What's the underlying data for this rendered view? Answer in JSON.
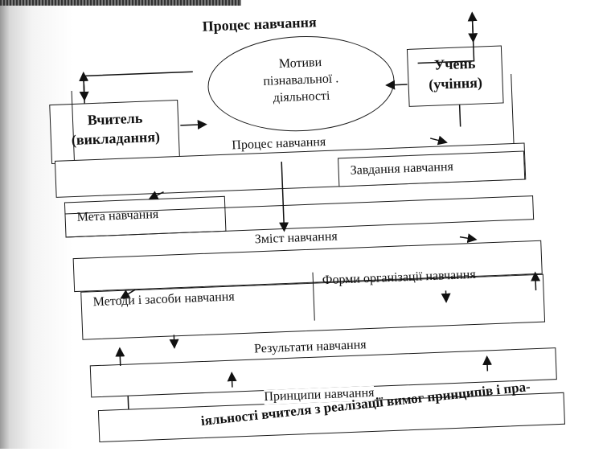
{
  "diagram": {
    "title": "Процес навчання",
    "teacher_label": "Вчитель\n(викладання)",
    "motives_label": "Мотиви\nпізнавальної .\nдіяльності",
    "student_label": "Учень\n(учіння)",
    "process_label": "Процес навчання",
    "task_label": "Завдання навчання",
    "goal_label": "Мета навчання",
    "content_label": "Зміст навчання",
    "forms_label": "Форми організації навчання",
    "methods_label": "Методи і засоби навчання",
    "results_label": "Результати навчання",
    "principles_label": "Принципи навчання"
  },
  "footer": {
    "text": "іяльності вчителя з реалізації вимог принципів і пра-"
  }
}
